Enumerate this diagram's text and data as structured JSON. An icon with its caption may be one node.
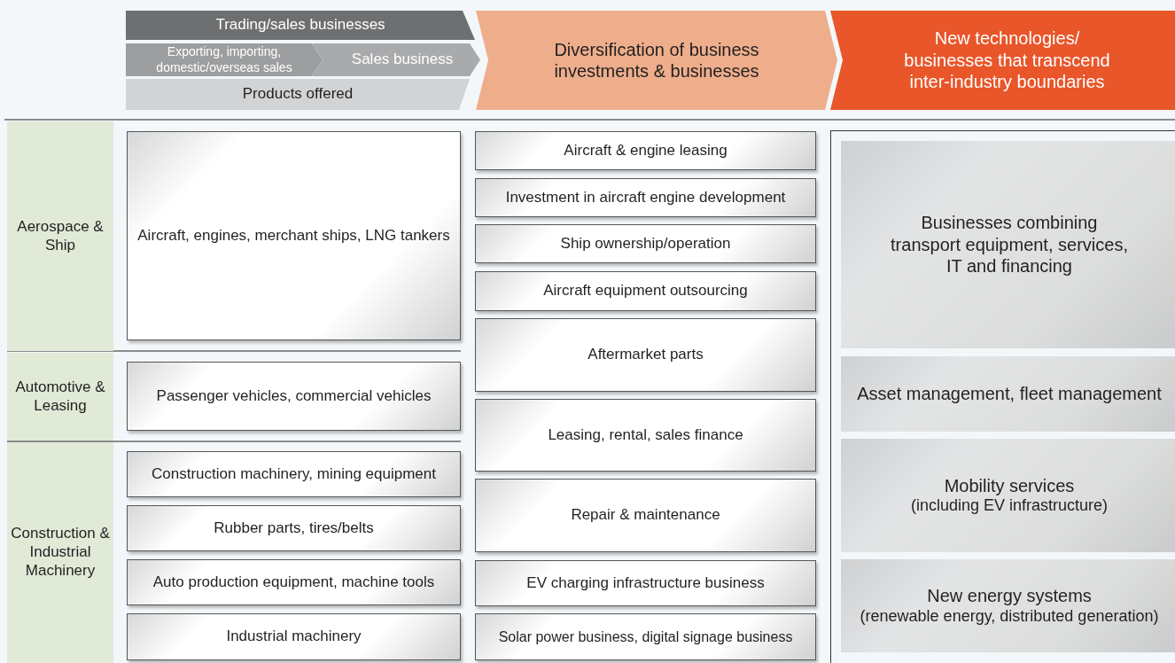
{
  "diagram": {
    "nodes": [
      {
        "text": [
          "Trading/sales businesses"
        ]
      },
      {
        "text": [
          "Exporting, importing, domestic/overseas sales"
        ]
      },
      {
        "text": [
          "Sales business"
        ]
      },
      {
        "text": [
          "Products offered"
        ]
      },
      {
        "text": [
          "Diversification of business investments & businesses"
        ]
      },
      {
        "text": [
          "New technologies/ businesses that transcend inter-industry boundaries"
        ]
      },
      {
        "text": [
          "Aerospace & Ship"
        ]
      },
      {
        "text": [
          "Automotive & Leasing"
        ]
      },
      {
        "text": [
          "Construction & Industrial Machinery"
        ]
      },
      {
        "text": [
          "Aircraft, engines, merchant ships, LNG tankers"
        ]
      },
      {
        "text": [
          "Passenger vehicles, commercial vehicles"
        ]
      },
      {
        "text": [
          "Construction machinery, mining equipment"
        ]
      },
      {
        "text": [
          "Rubber parts, tires/belts"
        ]
      },
      {
        "text": [
          "Auto production equipment, machine tools"
        ]
      },
      {
        "text": [
          "Industrial machinery"
        ]
      },
      {
        "text": [
          "Aircraft & engine leasing"
        ]
      },
      {
        "text": [
          "Investment in aircraft engine development"
        ]
      },
      {
        "text": [
          "Ship ownership/operation"
        ]
      },
      {
        "text": [
          "Aircraft equipment outsourcing"
        ]
      },
      {
        "text": [
          "Aftermarket parts"
        ]
      },
      {
        "text": [
          "Leasing, rental, sales finance"
        ]
      },
      {
        "text": [
          "Repair & maintenance"
        ]
      },
      {
        "text": [
          "EV charging infrastructure business"
        ]
      },
      {
        "text": [
          "Solar power business, digital signage business"
        ]
      },
      {
        "text": [],
        "shape": "box"
      },
      {
        "text": [
          "Businesses combining transport equipment, services, IT and financing"
        ],
        "in": 24
      },
      {
        "text": [
          "Asset management, fleet management"
        ],
        "in": 24
      },
      {
        "text": [
          "Mobility services",
          "(including EV infrastructure)"
        ],
        "in": 24
      },
      {
        "text": [
          "New energy systems",
          "(renewable energy, distributed generation)"
        ],
        "in": 24
      }
    ],
    "edges": []
  }
}
